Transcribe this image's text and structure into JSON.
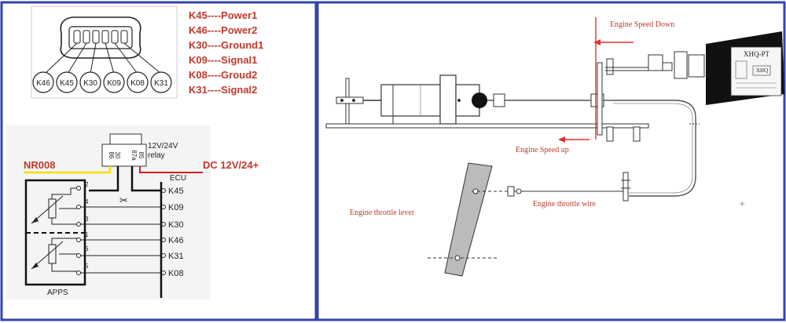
{
  "left_panel": {
    "connector_pins": [
      "K46",
      "K45",
      "K30",
      "K09",
      "K08",
      "K31"
    ],
    "pinout_list": [
      "K45----Power1",
      "K46----Power2",
      "K30----Ground1",
      "K09----Signal1",
      "K08----Groud2",
      "K31----Signal2"
    ],
    "relay": {
      "label_line1": "12V/24V",
      "label_line2": "relay",
      "terminals": [
        "30",
        "86",
        "87a",
        "85"
      ]
    },
    "nr_label": "NR008",
    "supply_label": "DC 12V/24+",
    "ecu_label": "ECU",
    "ecu_pins": [
      "K45",
      "K09",
      "K30",
      "K46",
      "K31",
      "K08"
    ],
    "apps_pin_numbers": [
      "2",
      "4",
      "3",
      "1",
      "6",
      "5"
    ],
    "apps_label": "APPS"
  },
  "right_panel": {
    "speed_down_label": "Engine Speed Down",
    "speed_up_label": "Engine Speed up",
    "throttle_lever_label": "Engine throttle lever",
    "throttle_wire_label": "Engine throttle wire",
    "actuator_brand": "XHQ-PT",
    "actuator_logo": "XHQ"
  },
  "colors": {
    "panel_border": "#3344aa",
    "pin_text": "#c0392b",
    "arrow_red": "#e03030",
    "nr_wire": "#f2e000",
    "supply_wire": "#cc2222"
  }
}
